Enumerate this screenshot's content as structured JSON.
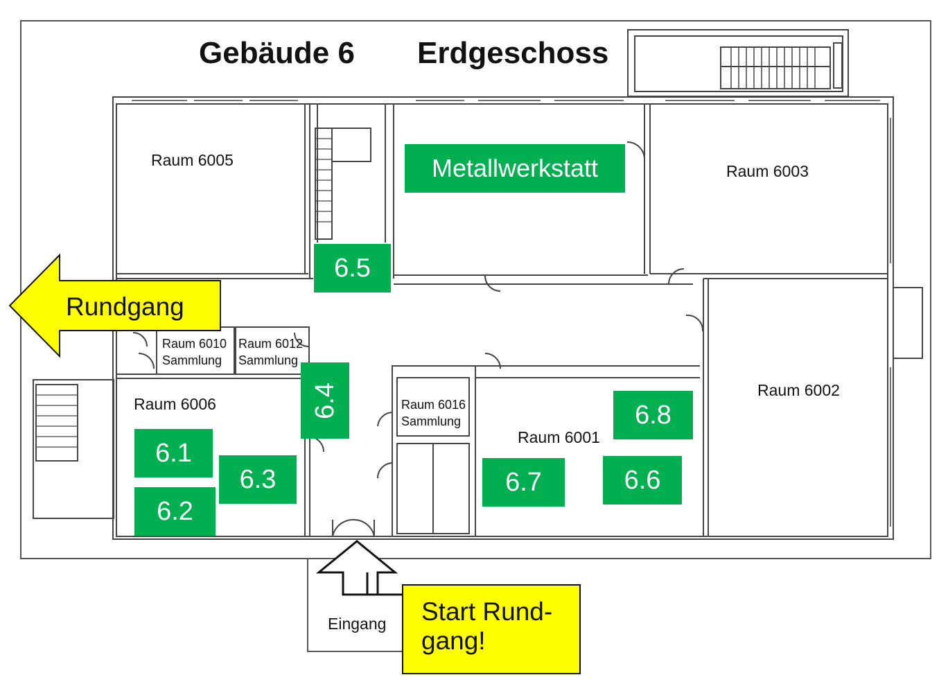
{
  "title": {
    "building": "Gebäude 6",
    "floor": "Erdgeschoss"
  },
  "rooms": {
    "r6005": "Raum 6005",
    "r6003": "Raum 6003",
    "r6002": "Raum 6002",
    "r6006": "Raum 6006",
    "r6001": "Raum 6001",
    "r6010": "Raum 6010",
    "r6010_sub": "Sammlung",
    "r6012": "Raum 6012",
    "r6012_sub": "Sammlung",
    "r6016": "Raum 6016",
    "r6016_sub": "Sammlung",
    "metall": "Metallwerkstatt"
  },
  "markers": {
    "m61": "6.1",
    "m62": "6.2",
    "m63": "6.3",
    "m64": "6.4",
    "m65": "6.5",
    "m66": "6.6",
    "m67": "6.7",
    "m68": "6.8"
  },
  "navigation": {
    "rundgang": "Rundgang",
    "start": "Start Rund-",
    "start2": "gang!",
    "eingang": "Eingang"
  },
  "colors": {
    "marker": "#00b050",
    "callout": "#ffff00",
    "walls": "#444444"
  }
}
